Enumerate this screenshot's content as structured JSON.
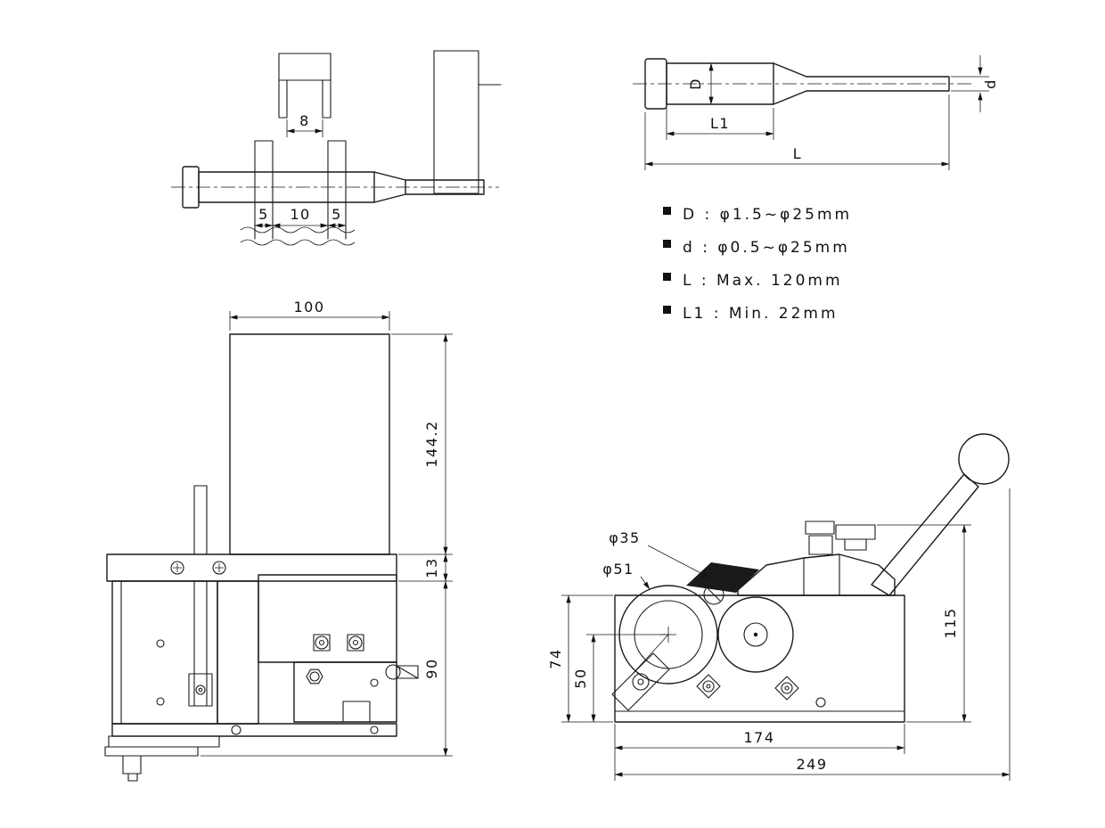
{
  "wheel_detail_view": {
    "groove_width": "8",
    "collar_left": "5",
    "collar_gap": "10",
    "collar_right": "5"
  },
  "pin_view": {
    "head_dia_label": "D",
    "shank_dia_label": "d",
    "head_length_label": "L1",
    "total_length_label": "L"
  },
  "specs": {
    "items": [
      {
        "text": "D : φ1.5~φ25mm"
      },
      {
        "text": "d : φ0.5~φ25mm"
      },
      {
        "text": "L : Max. 120mm"
      },
      {
        "text": "L1 : Min. 22mm"
      }
    ]
  },
  "front_view": {
    "width": "100",
    "column_height": "144.2",
    "plate_thickness": "13",
    "body_height": "90"
  },
  "side_view": {
    "wheel_dia_small": "φ35",
    "wheel_dia_large": "φ51",
    "plate_height": "74",
    "center_height": "50",
    "overall_height": "115",
    "base_length": "174",
    "overall_length": "249"
  }
}
